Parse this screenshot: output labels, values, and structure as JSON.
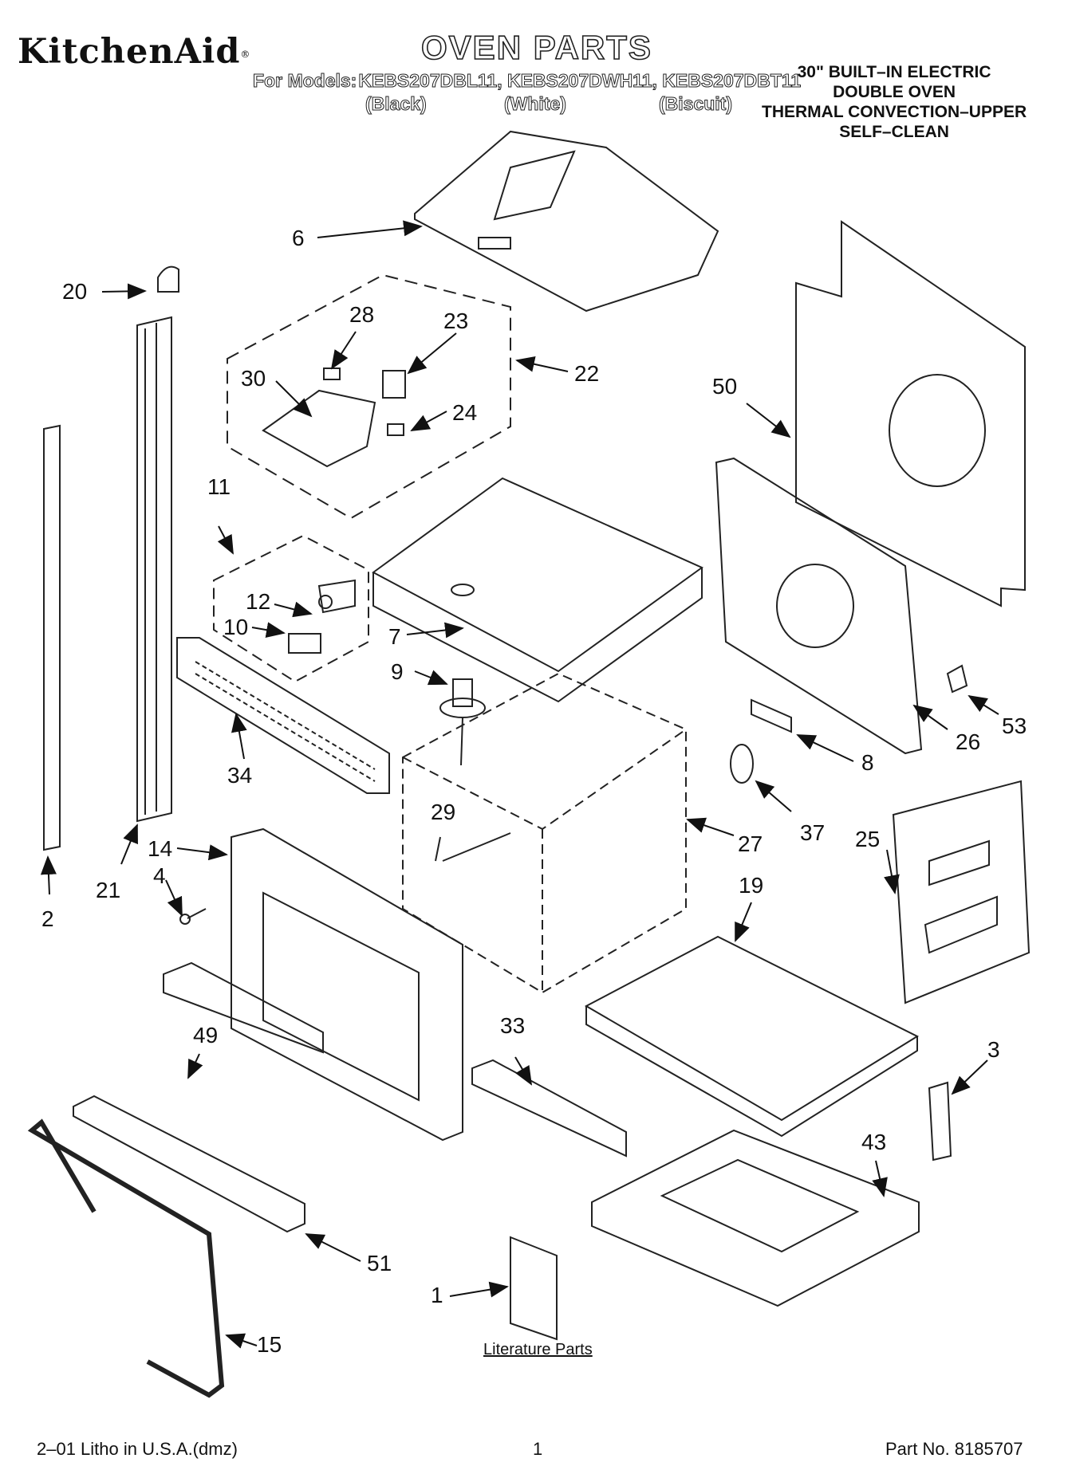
{
  "header": {
    "brand": "KitchenAid",
    "brand_mark": "®",
    "title": "OVEN PARTS",
    "models_prefix": "For Models:",
    "models": "KEBS207DBL11, KEBS207DWH11, KEBS207DBT11",
    "colors": [
      "(Black)",
      "(White)",
      "(Biscuit)"
    ],
    "description": [
      "30\" BUILT–IN ELECTRIC",
      "DOUBLE OVEN",
      "THERMAL CONVECTION–UPPER",
      "SELF–CLEAN"
    ]
  },
  "parts": [
    "6",
    "20",
    "28",
    "23",
    "22",
    "30",
    "24",
    "50",
    "11",
    "12",
    "10",
    "7",
    "9",
    "34",
    "53",
    "26",
    "8",
    "29",
    "37",
    "27",
    "25",
    "14",
    "4",
    "21",
    "2",
    "19",
    "49",
    "33",
    "3",
    "43",
    "51",
    "1",
    "15"
  ],
  "literature_label": "Literature Parts",
  "footer": {
    "litho": "2–01 Litho in U.S.A.(dmz)",
    "page": "1",
    "part_no": "Part No. 8185707"
  }
}
